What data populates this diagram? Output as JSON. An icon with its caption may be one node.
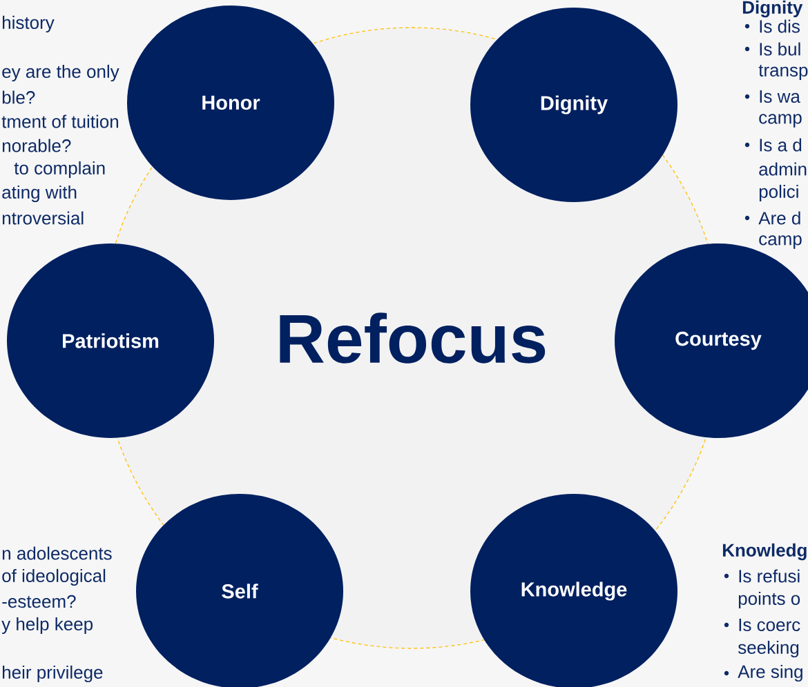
{
  "diagram": {
    "nodes": [
      {
        "text": [
          "Refocus"
        ]
      },
      {
        "text": [
          "Honor"
        ]
      },
      {
        "text": [
          "Dignity"
        ]
      },
      {
        "text": [
          "Patriotism"
        ]
      },
      {
        "text": [
          "Courtesy"
        ]
      },
      {
        "text": [
          "Self"
        ]
      },
      {
        "text": [
          "Knowledge"
        ]
      }
    ],
    "labels": [
      "history",
      "ey are the only",
      "ble?",
      "tment of tuition",
      "norable?",
      "to complain",
      "ating with",
      "ntroversial",
      "Dignity",
      "Is dis",
      "Is bul",
      "transp",
      "Is wa",
      "camp",
      "Is a d",
      "admin",
      "polici",
      "Are d",
      "camp",
      "n adolescents",
      "of ideological",
      "-esteem?",
      "y help keep",
      "heir privilege",
      "Knowledg",
      "Is refusi",
      "points o",
      "Is coerc",
      "seeking",
      "Are sing"
    ]
  }
}
